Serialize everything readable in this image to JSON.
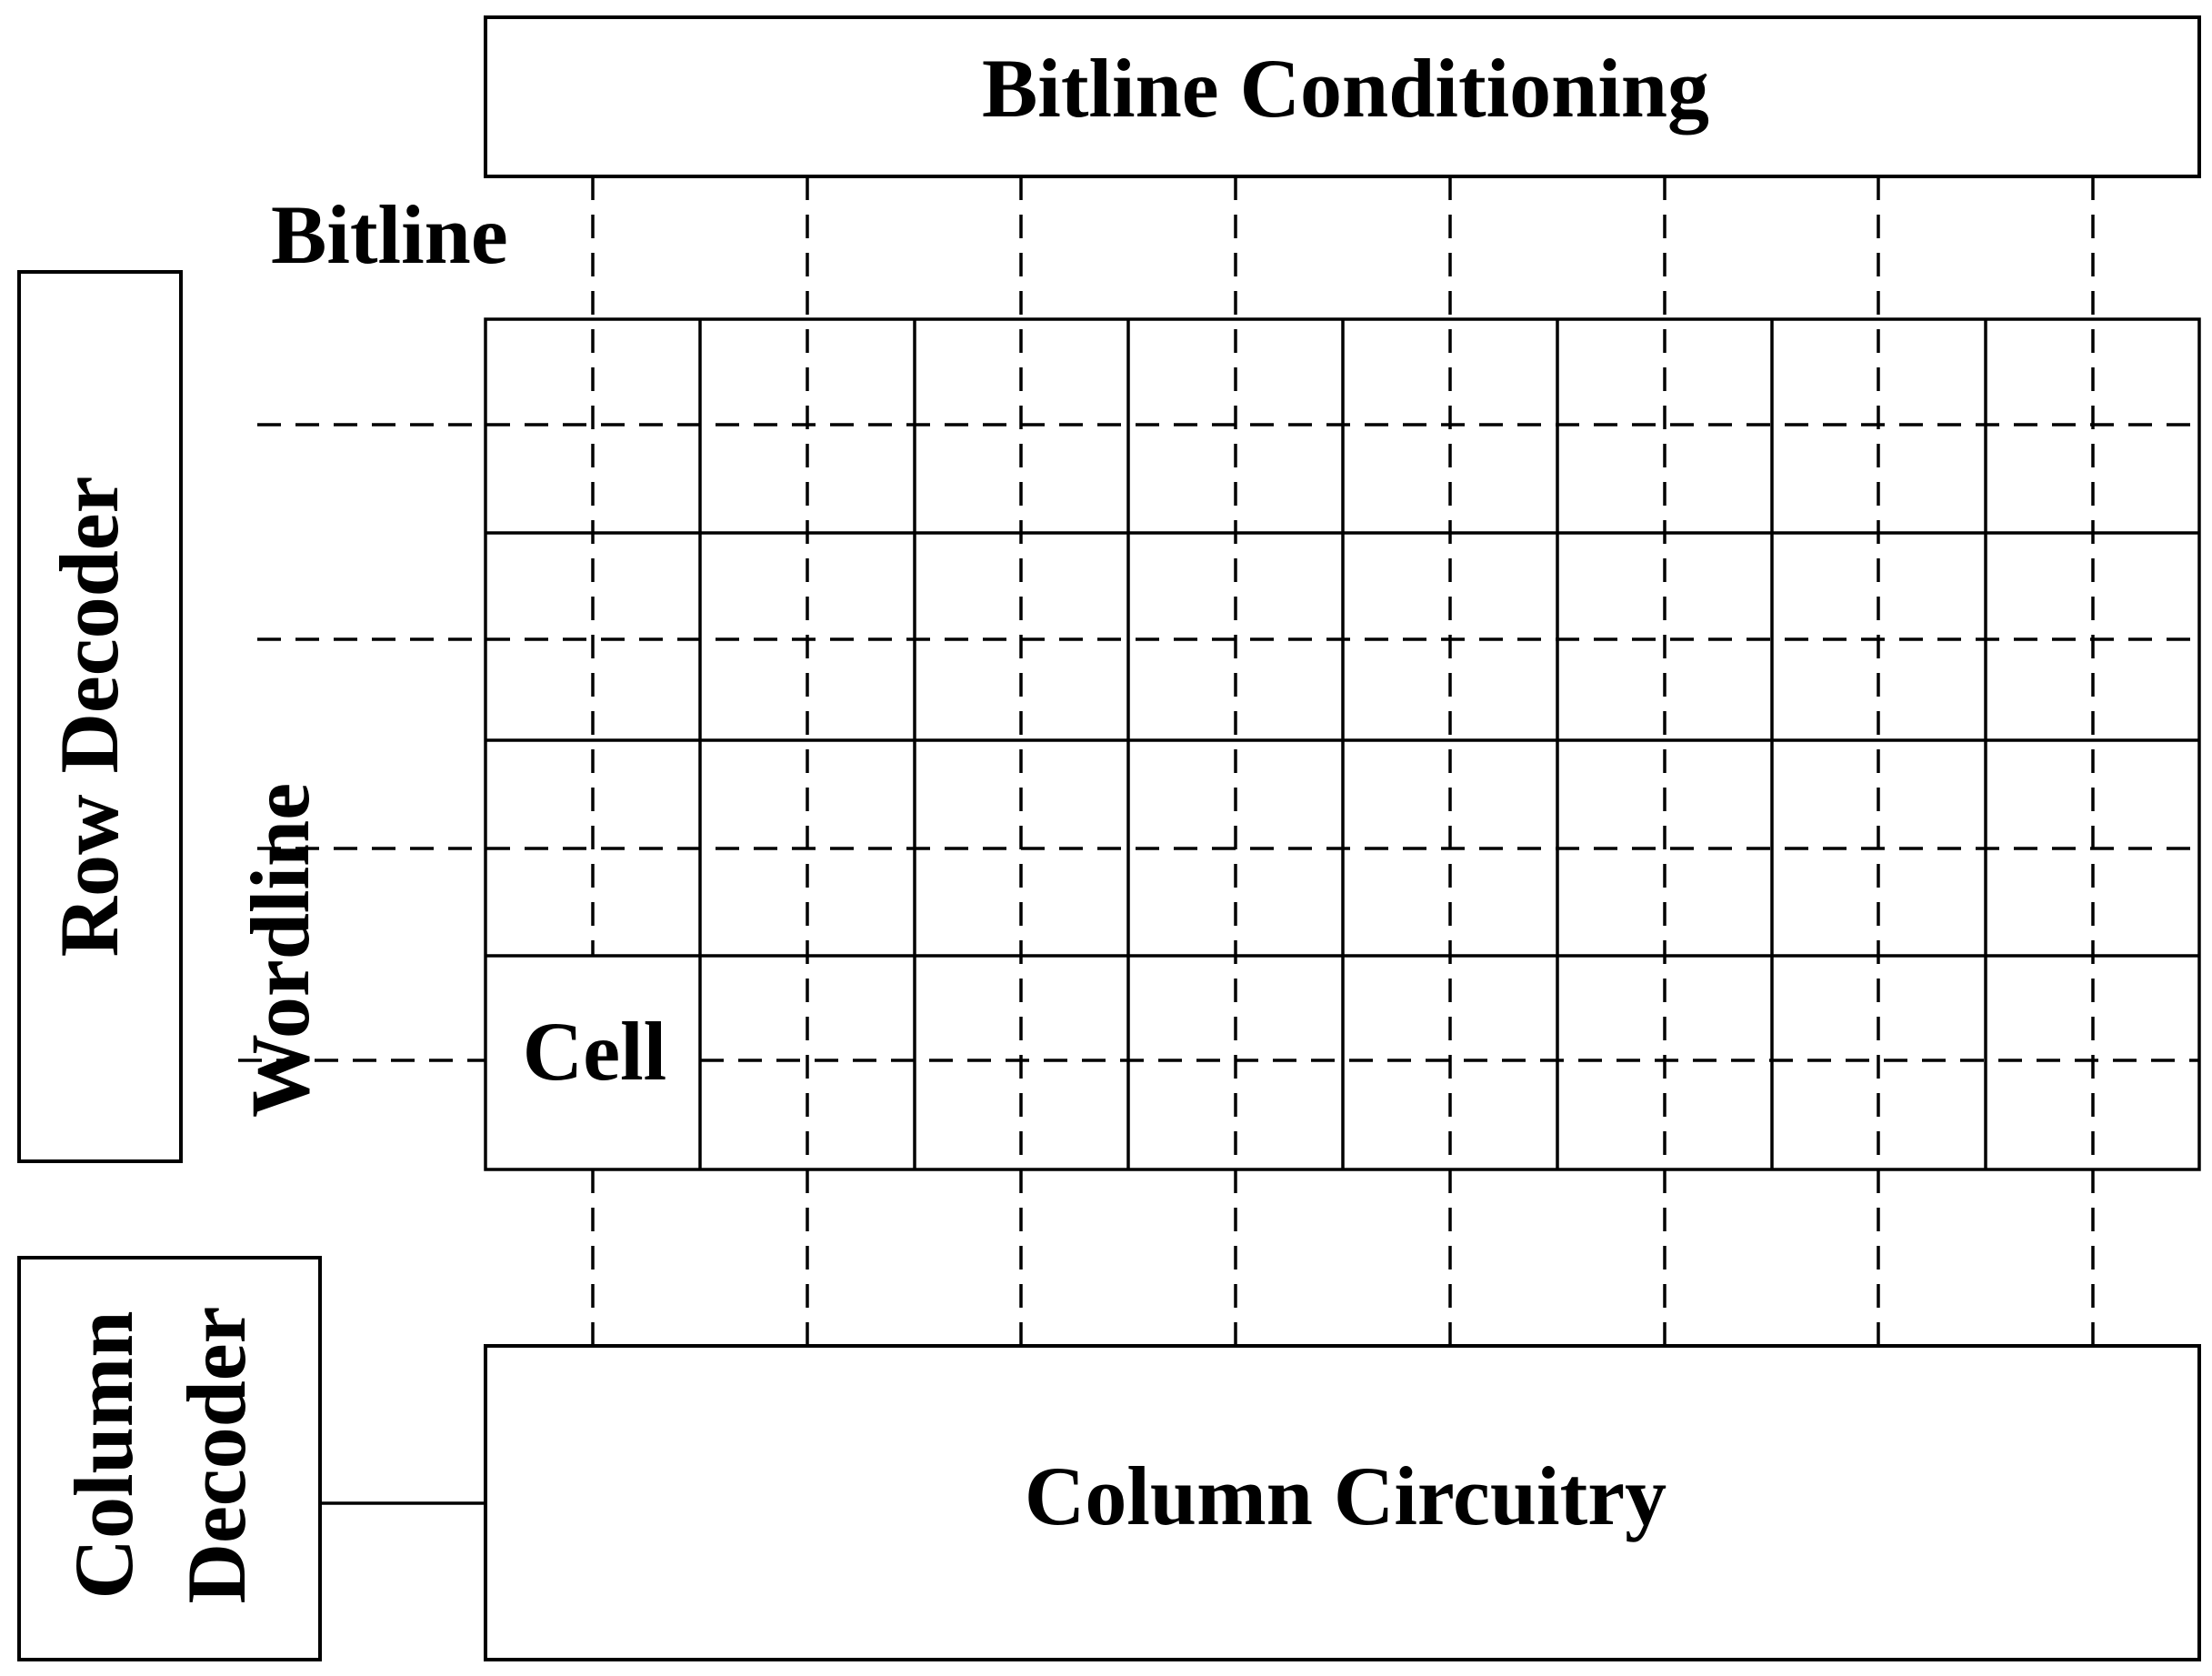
{
  "blocks": {
    "bitline_conditioning": "Bitline Conditioning",
    "row_decoder": "Row Decoder",
    "column_decoder_line1": "Column",
    "column_decoder_line2": "Decoder",
    "column_circuitry": "Column Circuitry"
  },
  "labels": {
    "bitline": "Bitline",
    "wordline": "Wordline",
    "cell": "Cell"
  },
  "array": {
    "columns": 8,
    "rows": 4
  },
  "colors": {
    "stroke": "#000000",
    "background": "#ffffff"
  }
}
